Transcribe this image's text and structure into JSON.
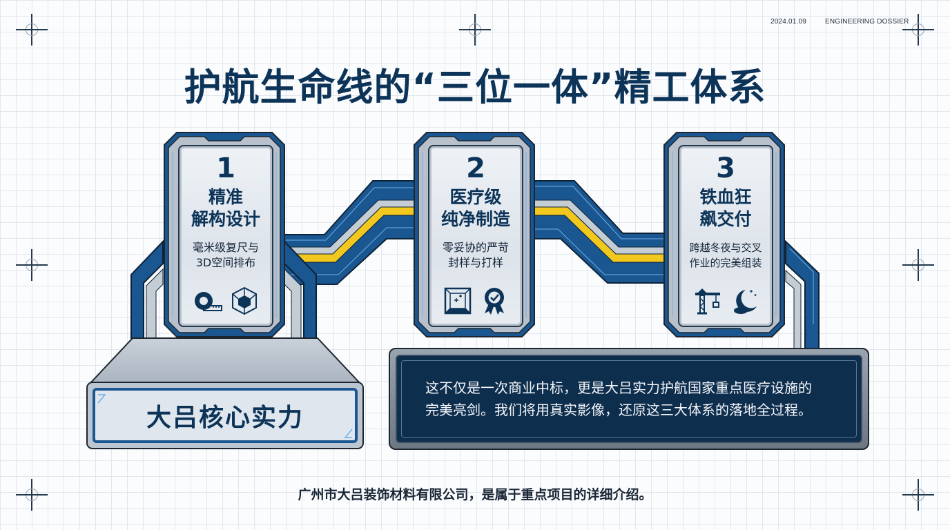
{
  "header": {
    "date": "2024.01.09",
    "label": "ENGINEERING DOSSIER"
  },
  "title": "护航生命线的“三位一体”精工体系",
  "cards": [
    {
      "number": "1",
      "title_line1": "精准",
      "title_line2": "解构设计",
      "sub_line1": "毫米级复尺与",
      "sub_line2": "3D空间排布",
      "icons": [
        "tape-measure-icon",
        "3d-cube-icon"
      ]
    },
    {
      "number": "2",
      "title_line1": "医疗级",
      "title_line2": "纯净制造",
      "sub_line1": "零妥协的严苛",
      "sub_line2": "封样与打样",
      "icons": [
        "clean-panel-icon",
        "quality-badge-icon"
      ]
    },
    {
      "number": "3",
      "title_line1": "铁血狂",
      "title_line2": "飙交付",
      "sub_line1": "跨越冬夜与交叉",
      "sub_line2": "作业的完美组装",
      "icons": [
        "tower-crane-icon",
        "night-moon-icon"
      ]
    }
  ],
  "base": {
    "label": "大吕核心实力"
  },
  "panel": {
    "line1": "这不仅是一次商业中标，更是大吕实力护航国家重点医疗设施的",
    "line2": "完美亮剑。我们将用真实影像，还原这三大体系的落地全过程。"
  },
  "footer": "广州市大吕装饰材料有限公司，是属于重点项目的详细介绍。",
  "colors": {
    "navy": "#0c3358",
    "blue": "#1a5690",
    "yellow": "#f2c81e",
    "silver": "#c4ccd4",
    "panel_bg": "#0e2e4d"
  }
}
